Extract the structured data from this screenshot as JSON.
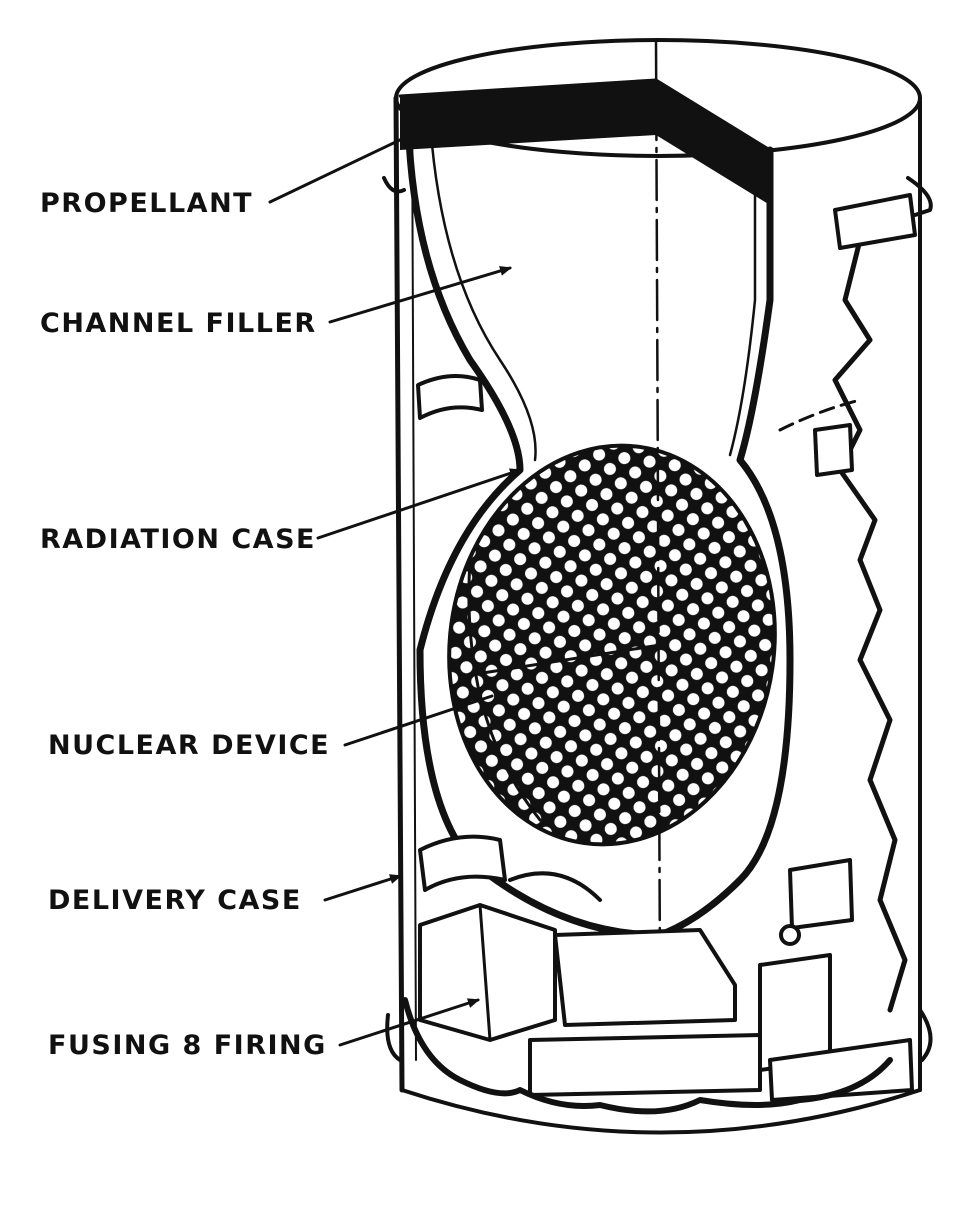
{
  "colors": {
    "ink": "#111111",
    "paper": "#ffffff"
  },
  "labels": {
    "propellant": "PROPELLANT",
    "channel_filler": "CHANNEL FILLER",
    "radiation_case": "RADIATION CASE",
    "nuclear_device": "NUCLEAR DEVICE",
    "delivery_case": "DELIVERY CASE",
    "fusing_firing": "FUSING 8 FIRING"
  }
}
